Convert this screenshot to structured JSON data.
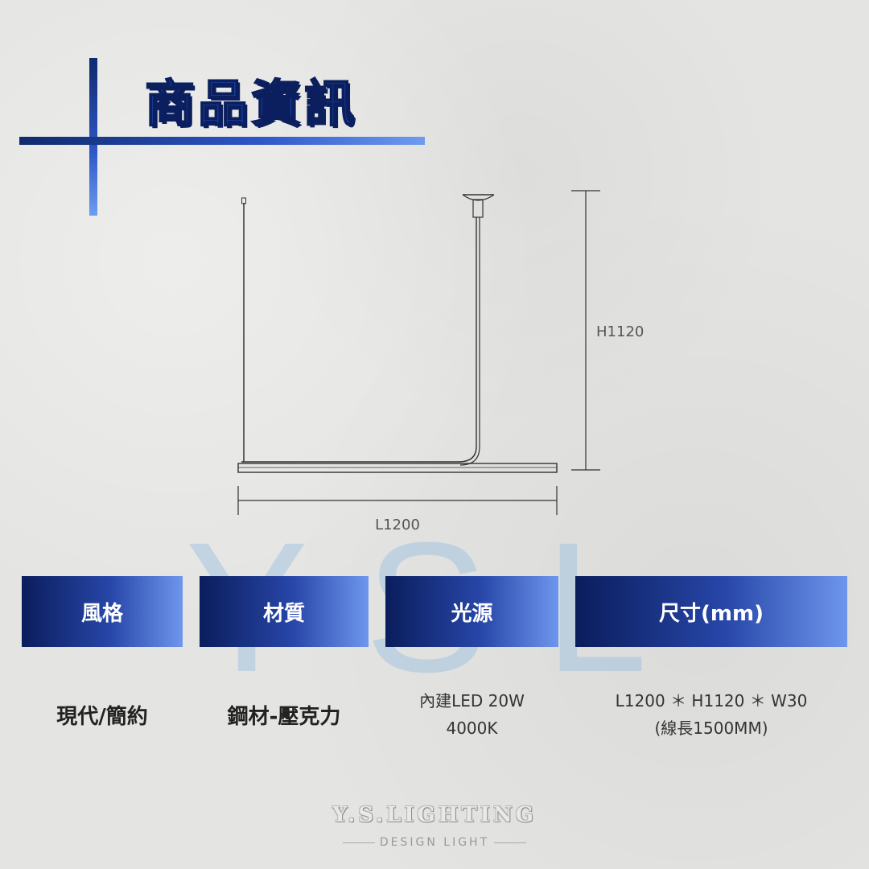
{
  "page": {
    "title": "商品資訊",
    "watermark": "YSL"
  },
  "diagram": {
    "height_label": "H1120",
    "length_label": "L1200"
  },
  "specs": {
    "headers": [
      "風格",
      "材質",
      "光源",
      "尺寸(mm)"
    ],
    "style": "現代/簡約",
    "material": "鋼材-壓克力",
    "light_line1": "內建LED 20W",
    "light_line2": "4000K",
    "size_line1": "L1200 ＊ H1120 ＊ W30",
    "size_line2": "(線長1500MM)"
  },
  "brand": {
    "name": "Y.S.LIGHTING",
    "tagline": "DESIGN LIGHT"
  },
  "colors": {
    "accent_dark": "#0a1d5c",
    "accent_light": "#6e96ee",
    "title_fill": "#1f4fc4"
  }
}
